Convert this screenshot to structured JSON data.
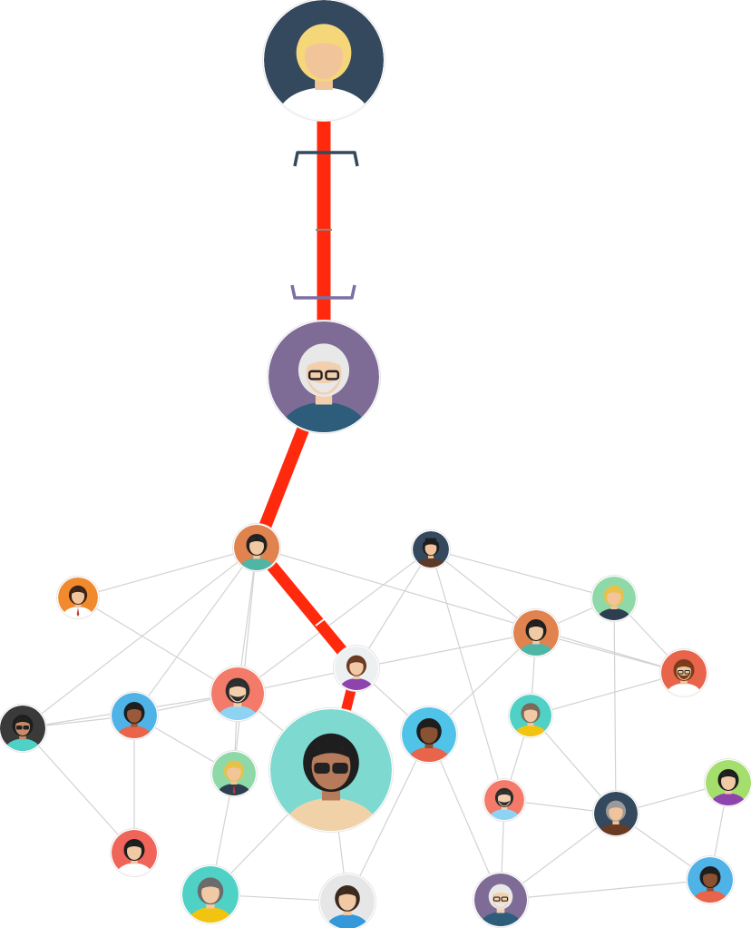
{
  "graph": {
    "highlight_color": "#ff2a0e",
    "edge_color": "#d2d2d2",
    "bracket_top_color": "#34495e",
    "bracket_bottom_color": "#7b6fa3",
    "nodes": [
      {
        "id": "n0",
        "icon": "blonde-woman-tattoo-avatar",
        "bg": "#34495e",
        "skin": "#f2c49a",
        "hair": "#f5d77a",
        "shirt": "#ffffff"
      },
      {
        "id": "n1",
        "icon": "grey-haired-bearded-man-glasses-avatar",
        "bg": "#7e6b96",
        "skin": "#f3cfae",
        "hair": "#e8e8e8",
        "shirt": "#2d5d7b"
      },
      {
        "id": "n2",
        "icon": "woman-bob-hair-avatar",
        "bg": "#e0834e",
        "skin": "#f1c9a5",
        "hair": "#222222",
        "shirt": "#4fb6a6"
      },
      {
        "id": "n3",
        "icon": "man-bowler-hat-avatar",
        "bg": "#34495e",
        "skin": "#f0c39b",
        "hair": "#1e1e1e",
        "shirt": "#5a3a2a"
      },
      {
        "id": "n4",
        "icon": "man-white-shirt-tie-avatar",
        "bg": "#f08a2c",
        "skin": "#f2c49a",
        "hair": "#3a2418",
        "shirt": "#ffffff"
      },
      {
        "id": "n5",
        "icon": "blond-man-suit-avatar",
        "bg": "#8fd9a8",
        "skin": "#f2c49a",
        "hair": "#e8c14a",
        "shirt": "#2c3e50"
      },
      {
        "id": "n6",
        "icon": "woman-short-dark-hair-avatar",
        "bg": "#e0834e",
        "skin": "#f1c9a5",
        "hair": "#1e1e1e",
        "shirt": "#4fb6a6"
      },
      {
        "id": "n7",
        "icon": "woman-long-brown-hair-avatar",
        "bg": "#ecf0f1",
        "skin": "#f1c9a5",
        "hair": "#6b3a22",
        "shirt": "#8e44ad"
      },
      {
        "id": "n8",
        "icon": "bearded-man-glasses-avatar",
        "bg": "#e8644a",
        "skin": "#f2c49a",
        "hair": "#7a3b1c",
        "shirt": "#ffffff"
      },
      {
        "id": "n9",
        "icon": "bearded-man-avatar",
        "bg": "#f47b6a",
        "skin": "#f3cfae",
        "hair": "#2d2d2d",
        "shirt": "#8fd3f4"
      },
      {
        "id": "n10",
        "icon": "curly-hair-sunglasses-avatar",
        "bg": "#3a3a3a",
        "skin": "#c68c6a",
        "hair": "#1e1e1e",
        "shirt": "#4fd1c5"
      },
      {
        "id": "n11",
        "icon": "dark-skinned-man-avatar",
        "bg": "#4fb3e8",
        "skin": "#9a5a3a",
        "hair": "#1e1e1e",
        "shirt": "#e8644a"
      },
      {
        "id": "n12",
        "icon": "woman-orange-shirt-avatar",
        "bg": "#4fd1c5",
        "skin": "#f1c9a5",
        "hair": "#7a6a5a",
        "shirt": "#f1c40f"
      },
      {
        "id": "n13",
        "icon": "afro-man-sunglasses-avatar",
        "bg": "#7ed9d1",
        "skin": "#b57b5a",
        "hair": "#1e1e1e",
        "shirt": "#f1d2a8"
      },
      {
        "id": "n14",
        "icon": "dark-skinned-man-orange-shirt-avatar",
        "bg": "#4fc3e8",
        "skin": "#8a5232",
        "hair": "#1e1e1e",
        "shirt": "#e8644a"
      },
      {
        "id": "n15",
        "icon": "blond-man-tie-avatar",
        "bg": "#8fd9a8",
        "skin": "#f2c49a",
        "hair": "#e8c14a",
        "shirt": "#2c3e50"
      },
      {
        "id": "n16",
        "icon": "bald-bearded-man-avatar",
        "bg": "#f47b6a",
        "skin": "#f3cfae",
        "hair": "#2d2d2d",
        "shirt": "#8fd3f4"
      },
      {
        "id": "n17",
        "icon": "grey-haired-man-suit-avatar",
        "bg": "#34495e",
        "skin": "#f0c39b",
        "hair": "#9a9a9a",
        "shirt": "#6b3a22"
      },
      {
        "id": "n18",
        "icon": "woman-black-hair-avatar",
        "bg": "#a4de6c",
        "skin": "#f1c9a5",
        "hair": "#1e1e1e",
        "shirt": "#8e44ad"
      },
      {
        "id": "n19",
        "icon": "woman-ponytail-comb-avatar",
        "bg": "#f0645a",
        "skin": "#f1c9a5",
        "hair": "#1e1e1e",
        "shirt": "#ffffff"
      },
      {
        "id": "n20",
        "icon": "woman-grey-hair-avatar",
        "bg": "#4fd1c5",
        "skin": "#f1c9a5",
        "hair": "#6b6b6b",
        "shirt": "#f1c40f"
      },
      {
        "id": "n21",
        "icon": "man-blue-shirt-avatar",
        "bg": "#e6e6e6",
        "skin": "#f1c9a5",
        "hair": "#3a2a1e",
        "shirt": "#3498db"
      },
      {
        "id": "n22",
        "icon": "grey-haired-bearded-man-glasses-avatar",
        "bg": "#7e6b96",
        "skin": "#f3cfae",
        "hair": "#e8e8e8",
        "shirt": "#2d5d7b"
      },
      {
        "id": "n23",
        "icon": "dark-skinned-man-avatar",
        "bg": "#4fb3e8",
        "skin": "#8a5232",
        "hair": "#1e1e1e",
        "shirt": "#e8644a"
      }
    ],
    "edges": [
      [
        "n2",
        "n4"
      ],
      [
        "n2",
        "n9"
      ],
      [
        "n2",
        "n10"
      ],
      [
        "n2",
        "n11"
      ],
      [
        "n2",
        "n15"
      ],
      [
        "n2",
        "n8"
      ],
      [
        "n3",
        "n9"
      ],
      [
        "n3",
        "n7"
      ],
      [
        "n3",
        "n5"
      ],
      [
        "n3",
        "n16"
      ],
      [
        "n3",
        "n6"
      ],
      [
        "n4",
        "n9"
      ],
      [
        "n5",
        "n6"
      ],
      [
        "n5",
        "n8"
      ],
      [
        "n5",
        "n17"
      ],
      [
        "n6",
        "n8"
      ],
      [
        "n6",
        "n7"
      ],
      [
        "n6",
        "n12"
      ],
      [
        "n6",
        "n14"
      ],
      [
        "n7",
        "n9"
      ],
      [
        "n7",
        "n14"
      ],
      [
        "n8",
        "n12"
      ],
      [
        "n9",
        "n11"
      ],
      [
        "n9",
        "n15"
      ],
      [
        "n9",
        "n13"
      ],
      [
        "n10",
        "n11"
      ],
      [
        "n10",
        "n19"
      ],
      [
        "n11",
        "n19"
      ],
      [
        "n11",
        "n15"
      ],
      [
        "n9",
        "n10"
      ],
      [
        "n12",
        "n16"
      ],
      [
        "n12",
        "n17"
      ],
      [
        "n13",
        "n20"
      ],
      [
        "n13",
        "n21"
      ],
      [
        "n14",
        "n21"
      ],
      [
        "n14",
        "n22"
      ],
      [
        "n16",
        "n17"
      ],
      [
        "n16",
        "n22"
      ],
      [
        "n17",
        "n18"
      ],
      [
        "n17",
        "n23"
      ],
      [
        "n17",
        "n22"
      ],
      [
        "n18",
        "n23"
      ],
      [
        "n20",
        "n21"
      ],
      [
        "n22",
        "n23"
      ],
      [
        "n20",
        "n15"
      ]
    ],
    "highlight_path": [
      "n0",
      "n1",
      "n2",
      "n7",
      "n13"
    ]
  }
}
